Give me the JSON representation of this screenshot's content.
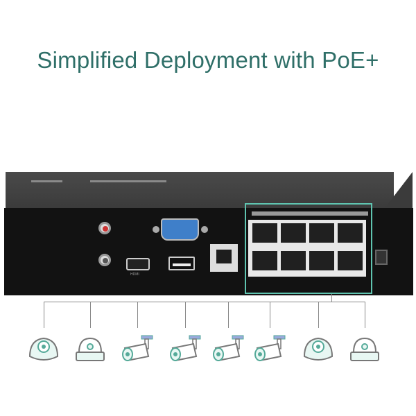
{
  "title": "Simplified Deployment with PoE+",
  "device": {
    "hdmi_label": "HDMI",
    "poe_port_count": 8
  },
  "cameras": [
    {
      "type": "dome",
      "icon": "dome-camera-icon"
    },
    {
      "type": "fixed-dome",
      "icon": "fixed-dome-camera-icon"
    },
    {
      "type": "bullet",
      "icon": "bullet-camera-icon"
    },
    {
      "type": "bullet",
      "icon": "bullet-camera-icon"
    },
    {
      "type": "bullet",
      "icon": "bullet-camera-icon"
    },
    {
      "type": "bullet",
      "icon": "bullet-camera-icon"
    },
    {
      "type": "dome",
      "icon": "dome-camera-icon"
    },
    {
      "type": "fixed-dome",
      "icon": "fixed-dome-camera-icon"
    }
  ],
  "colors": {
    "accent": "#2f6f68",
    "highlight": "#5fc4b0",
    "camera_fill": "#e8f7f3"
  }
}
